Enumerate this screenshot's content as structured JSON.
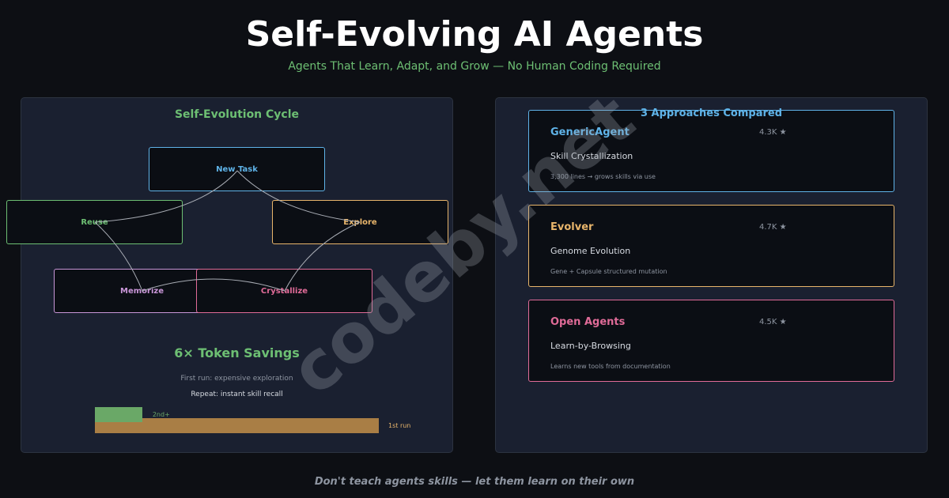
{
  "header": {
    "title": "Self-Evolving AI Agents",
    "subtitle": "Agents That Learn, Adapt, and Grow — No Human Coding Required"
  },
  "cycle": {
    "title": "Self-Evolution Cycle",
    "nodes": {
      "new_task": "New Task",
      "reuse": "Reuse",
      "explore": "Explore",
      "memorize": "Memorize",
      "crystallize": "Crystallize"
    }
  },
  "savings": {
    "title": "6× Token Savings",
    "line1": "First run: expensive exploration",
    "line2": "Repeat: instant skill recall"
  },
  "chart_data": {
    "type": "bar",
    "categories": [
      "2nd+",
      "1st run"
    ],
    "values": [
      1,
      6
    ]
  },
  "comparison": {
    "title": "3 Approaches Compared",
    "cards": [
      {
        "name": "GenericAgent",
        "stars": "4.3K ★",
        "method": "Skill Crystallization",
        "desc": "3,300 lines → grows skills via use"
      },
      {
        "name": "Evolver",
        "stars": "4.7K ★",
        "method": "Genome Evolution",
        "desc": "Gene + Capsule structured mutation"
      },
      {
        "name": "Open Agents",
        "stars": "4.5K ★",
        "method": "Learn-by-Browsing",
        "desc": "Learns new tools from documentation"
      }
    ]
  },
  "footer": "Don't teach agents skills — let them learn on their own",
  "watermark": "codeby.net",
  "colors": {
    "blue": "#5fb3e8",
    "green": "#6dbf73",
    "orange": "#e8b56b",
    "purple": "#c996d8",
    "pink": "#e06b98",
    "bar_repeat": "#6aa867",
    "bar_first": "#a97e45"
  }
}
